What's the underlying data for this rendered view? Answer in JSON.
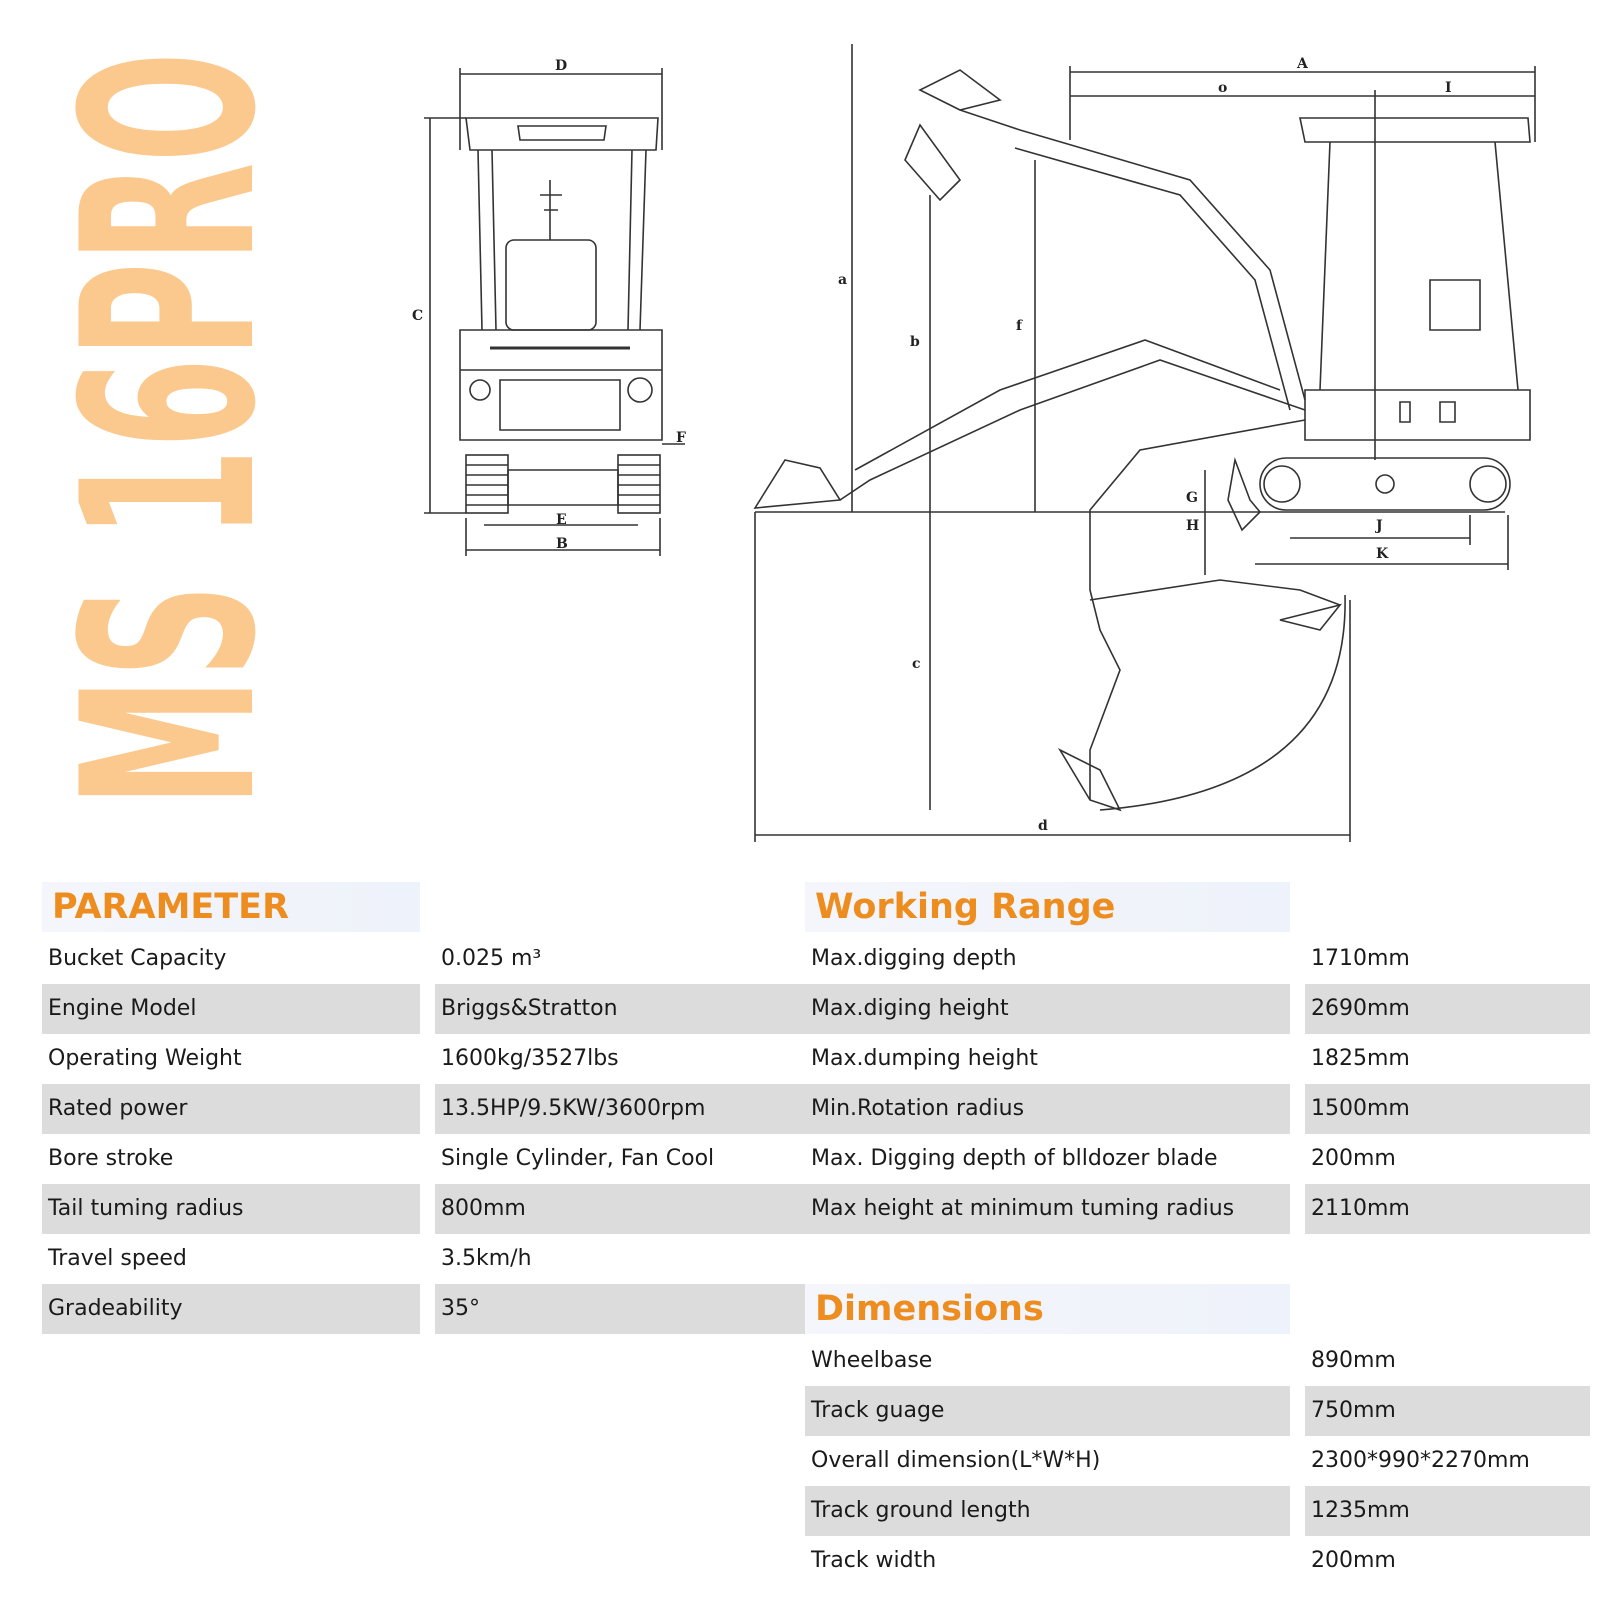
{
  "brand": {
    "model_text": "MS 16PRO",
    "color": "#fbc98e"
  },
  "drawing": {
    "front_view_labels": {
      "D": "D",
      "C": "C",
      "F": "F",
      "E": "E",
      "B": "B"
    },
    "side_view_labels": {
      "A": "A",
      "o_top": "o",
      "I": "I",
      "a": "a",
      "b": "b",
      "f": "f",
      "G": "G",
      "H": "H",
      "J": "J",
      "K": "K",
      "c": "c",
      "d": "d"
    }
  },
  "parameter": {
    "title": "PARAMETER",
    "rows": [
      {
        "label": "Bucket Capacity",
        "value": "0.025 m³"
      },
      {
        "label": "Engine Model",
        "value": "Briggs&Stratton"
      },
      {
        "label": "Operating Weight",
        "value": "1600kg/3527lbs"
      },
      {
        "label": "Rated power",
        "value": "13.5HP/9.5KW/3600rpm"
      },
      {
        "label": "Bore stroke",
        "value": "Single Cylinder, Fan Cool"
      },
      {
        "label": "Tail tuming radius",
        "value": "800mm"
      },
      {
        "label": "Travel speed",
        "value": "3.5km/h"
      },
      {
        "label": "Gradeability",
        "value": "35°"
      }
    ]
  },
  "working_range": {
    "title": "Working Range",
    "rows": [
      {
        "label": "Max.digging depth",
        "value": "1710mm"
      },
      {
        "label": "Max.diging height",
        "value": "2690mm"
      },
      {
        "label": "Max.dumping height",
        "value": "1825mm"
      },
      {
        "label": "Min.Rotation radius",
        "value": "1500mm"
      },
      {
        "label": "Max. Digging depth of blldozer blade",
        "value": "200mm"
      },
      {
        "label": "Max height at minimum tuming radius",
        "value": "2110mm"
      }
    ]
  },
  "dimensions": {
    "title": "Dimensions",
    "rows": [
      {
        "label": "Wheelbase",
        "value": "890mm"
      },
      {
        "label": "Track guage",
        "value": "750mm"
      },
      {
        "label": "Overall dimension(L*W*H)",
        "value": "2300*990*2270mm"
      },
      {
        "label": "Track ground length",
        "value": "1235mm"
      },
      {
        "label": "Track width",
        "value": "200mm"
      }
    ]
  },
  "colors": {
    "accent": "#ee8d1f",
    "row_shade": "#dcdcdc",
    "line": "#333333"
  }
}
